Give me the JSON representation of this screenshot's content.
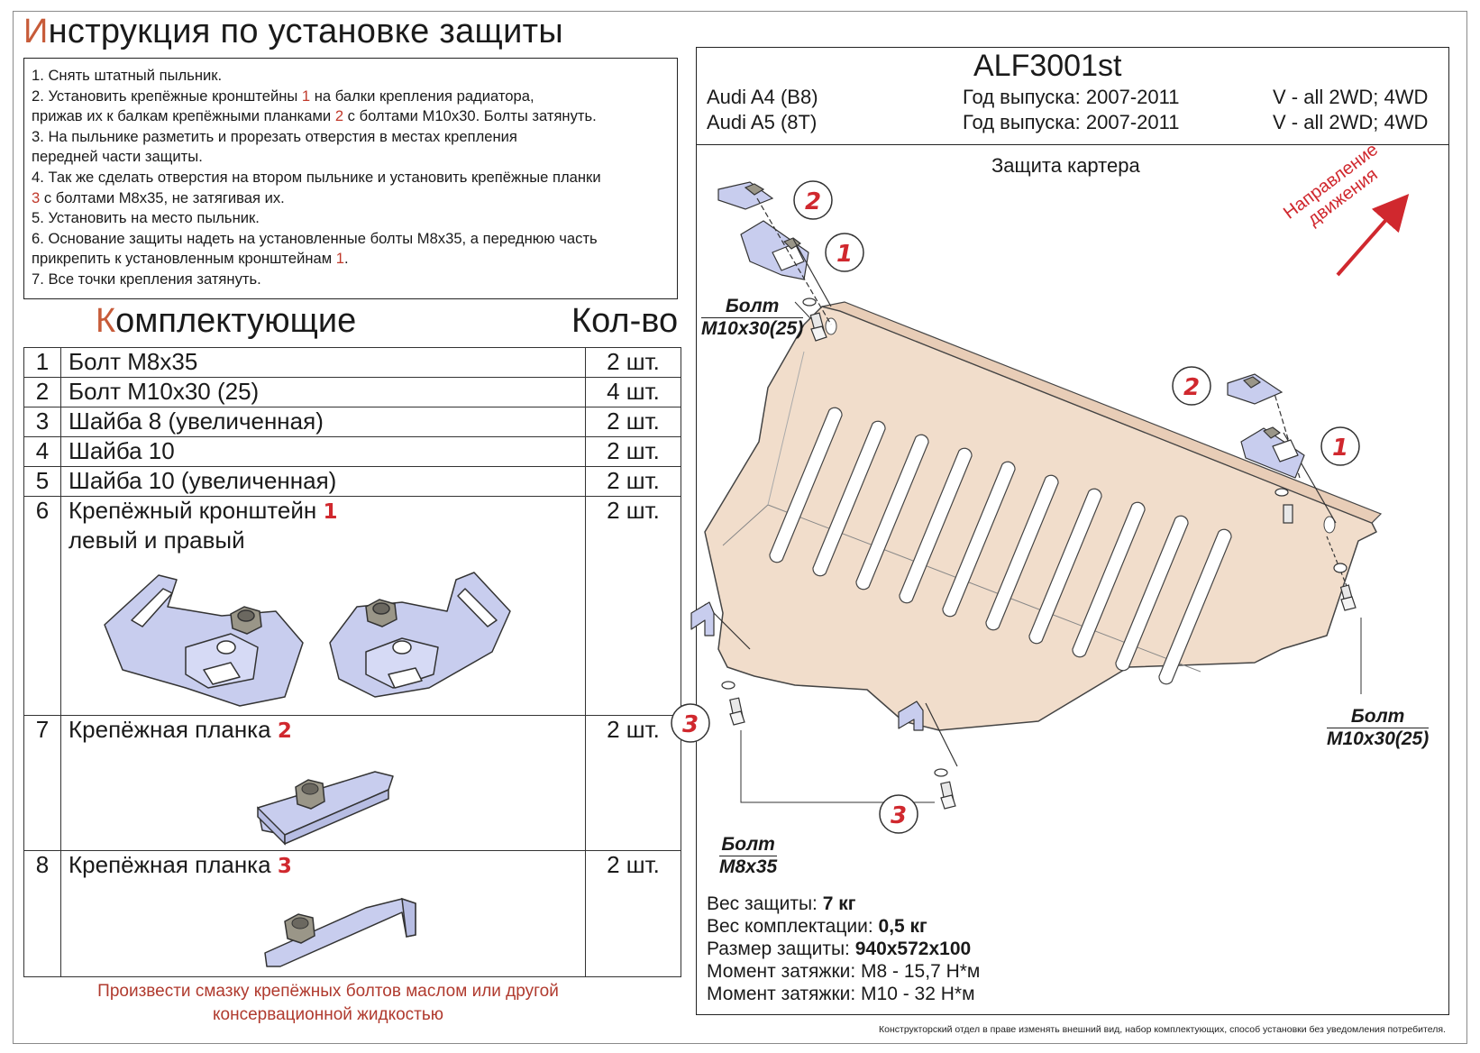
{
  "title": {
    "first_letter": "И",
    "rest": "нструкция по установке защиты"
  },
  "instructions": [
    {
      "text": "1. Снять штатный пыльник."
    },
    {
      "pre": "2. Установить крепёжные кронштейны ",
      "ref": "1",
      "post": " на балки крепления радиатора,"
    },
    {
      "pre": "прижав их к балкам крепёжными планками ",
      "ref": "2",
      "post": " с болтами М10х30. Болты затянуть."
    },
    {
      "text": "3. На пыльнике разметить и прорезать отверстия в местах крепления"
    },
    {
      "text": "передней части защиты."
    },
    {
      "text": "4. Так же сделать отверстия на втором пыльнике и установить крепёжные планки"
    },
    {
      "pre": "",
      "ref": "3",
      "post": " с болтами М8х35, не затягивая их."
    },
    {
      "text": "5. Установить на место пыльник."
    },
    {
      "text": "6. Основание защиты надеть на установленные болты М8х35, а переднюю часть"
    },
    {
      "pre": "прикрепить к установленным кронштейнам ",
      "ref": "1",
      "post": "."
    },
    {
      "text": "7. Все точки крепления затянуть."
    }
  ],
  "components_header": {
    "first_letter": "К",
    "rest": "омплектующие",
    "qty": "Кол-во"
  },
  "components": [
    {
      "num": "1",
      "name": "Болт М8х35",
      "qty": "2 шт."
    },
    {
      "num": "2",
      "name": "Болт М10х30 (25)",
      "qty": "4 шт."
    },
    {
      "num": "3",
      "name": "Шайба 8 (увеличенная)",
      "qty": "2 шт."
    },
    {
      "num": "4",
      "name": "Шайба 10",
      "qty": "2 шт."
    },
    {
      "num": "5",
      "name": "Шайба 10 (увеличенная)",
      "qty": "2 шт."
    },
    {
      "num": "6",
      "name": "Крепёжный кронштейн",
      "mark": "1",
      "name2": "левый и правый",
      "qty": "2 шт."
    },
    {
      "num": "7",
      "name": "Крепёжная планка",
      "mark": "2",
      "qty": "2 шт."
    },
    {
      "num": "8",
      "name": "Крепёжная планка",
      "mark": "3",
      "qty": "2 шт."
    }
  ],
  "grease_note": [
    "Произвести смазку крепёжных болтов маслом или другой",
    "консервационной жидкостью"
  ],
  "model_code": "ALF3001st",
  "cars": [
    {
      "model": "Audi A4 (B8)",
      "years": "Год выпуска: 2007-2011",
      "engine": "V - all 2WD; 4WD"
    },
    {
      "model": "Audi A5 (8T)",
      "years": "Год выпуска: 2007-2011",
      "engine": "V - all 2WD; 4WD"
    }
  ],
  "part_name": "Защита картера",
  "direction": [
    "Направление",
    "движения"
  ],
  "bolt_labels": {
    "top_left": [
      "Болт",
      "М10х30(25)"
    ],
    "right": [
      "Болт",
      "М10х30(25)"
    ],
    "bottom": [
      "Болт",
      "М8х35"
    ]
  },
  "callouts": [
    "2",
    "1",
    "2",
    "1",
    "3",
    "3"
  ],
  "specs": [
    {
      "label": "Вес защиты: ",
      "value": "7 кг"
    },
    {
      "label": "Вес комплектации: ",
      "value": "0,5 кг"
    },
    {
      "label": "Размер защиты: ",
      "value": "940х572х100"
    },
    {
      "label": "Момент затяжки: М8 - 15,7 Н*м",
      "value": ""
    },
    {
      "label": "Момент затяжки: М10 - 32 Н*м",
      "value": ""
    }
  ],
  "disclaimer": "Конструкторский отдел в праве изменять внешний вид, набор комплектующих, способ установки без уведомления потребителя.",
  "colors": {
    "plate": "#f1ddcb",
    "bracket": "#c8cdee",
    "accent": "#d0282e"
  }
}
